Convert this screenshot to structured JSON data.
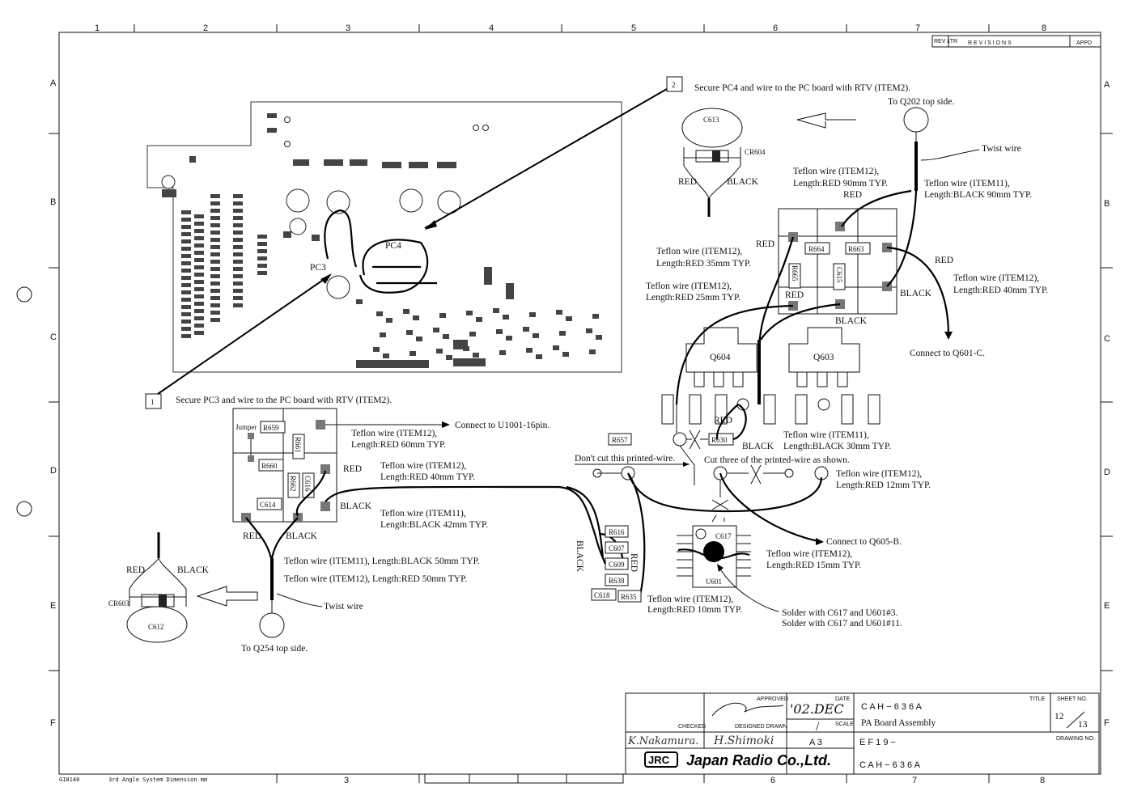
{
  "frame": {
    "zones_top": [
      "1",
      "2",
      "3",
      "4",
      "5",
      "6",
      "7",
      "8"
    ],
    "zones_bottom": [
      "3",
      "6",
      "7",
      "8"
    ],
    "rows": [
      "A",
      "B",
      "C",
      "D",
      "E",
      "F"
    ],
    "code": "GI8140",
    "projection": "3rd Angle System  Dimension mm"
  },
  "revisions": {
    "rev_ltr": "REV LTR",
    "title": "R E V I S I O N S",
    "appd": "APPD"
  },
  "notes": {
    "n2_num": "2",
    "n2_text": "Secure PC4 and wire to the PC board with RTV (ITEM2).",
    "n1_num": "1",
    "n1_text": "Secure PC3 and wire to the PC board with RTV (ITEM2)."
  },
  "board": {
    "pc4": "PC4",
    "pc3": "PC3"
  },
  "upper_right": {
    "to_q202": "To Q202 top side.",
    "c613": "C613",
    "cr604": "CR604",
    "red": "RED",
    "black": "BLACK",
    "twist_wire": "Twist wire",
    "w1a": "Teflon wire (ITEM12),",
    "w1b": "Length:RED    90mm TYP.",
    "w1_red": "RED",
    "w2a": "Teflon wire (ITEM11),",
    "w2b": "Length:BLACK 90mm TYP.",
    "w3_red": "RED",
    "w3a": "Teflon wire (ITEM12),",
    "w3b": "Length:RED    35mm TYP.",
    "r664": "R664",
    "r663": "R663",
    "r665": "R665",
    "c615": "C615",
    "w4_red": "RED",
    "w4a": "Teflon wire (ITEM12),",
    "w4b": "Length:RED    40mm TYP.",
    "w5a": "Teflon wire (ITEM12),",
    "w5b": "Length:RED    25mm TYP.",
    "w5_red": "RED",
    "black_right": "BLACK",
    "black_bottom": "BLACK",
    "q604": "Q604",
    "q603": "Q603",
    "connect_q601": "Connect to Q601-C."
  },
  "left": {
    "jumper": "Jumper",
    "r659": "R659",
    "r661": "R661",
    "r660": "R660",
    "r662": "R662",
    "c616": "C616",
    "c614": "C614",
    "connect_u1001": "Connect to U1001-16pin.",
    "w1a": "Teflon wire (ITEM12),",
    "w1b": "Length:RED    60mm TYP.",
    "w2_red": "RED",
    "w2a": "Teflon wire (ITEM12),",
    "w2b": "Length:RED    40mm TYP.",
    "w3_black": "BLACK",
    "w3a": "Teflon wire (ITEM11),",
    "w3b": "Length:BLACK 42mm TYP.",
    "red": "RED",
    "black": "BLACK",
    "w4": "Teflon wire (ITEM11), Length:BLACK 50mm TYP.",
    "w5": "Teflon wire (ITEM12), Length:RED    50mm TYP.",
    "cr_red": "RED",
    "cr_black": "BLACK",
    "cr603": "CR603",
    "c612": "C612",
    "twist_wire": "Twist wire",
    "to_q254": "To Q254 top side."
  },
  "center": {
    "r657": "R657",
    "red": "RED",
    "r630": "R630",
    "black": "BLACK",
    "w1a": "Teflon wire (ITEM11),",
    "w1b": "Length:BLACK 30mm TYP.",
    "dont_cut": "Don't cut this printed-wire.",
    "cut_three": "Cut three of the printed-wire as shown.",
    "w2a": "Teflon wire (ITEM12),",
    "w2b": "Length:RED     12mm TYP.",
    "connect_q605": "Connect to Q605-B.",
    "c617": "C617",
    "u601": "U601",
    "w3a": "Teflon wire (ITEM12),",
    "w3b": "Length:RED     15mm TYP.",
    "r616": "R616",
    "c607": "C607",
    "c609": "C609",
    "r638": "R638",
    "c618": "C618",
    "r635": "R635",
    "v_black": "BLACK",
    "v_red": "RED",
    "w4a": "Teflon wire (ITEM12),",
    "w4b": "Length:RED     10mm TYP.",
    "solder1": "Solder with C617 and U601#3.",
    "solder2": "Solder with C617 and U601#11."
  },
  "title_block": {
    "approved_label": "APPROVED",
    "date_label": "DATE",
    "date": "'02.DEC",
    "scale_label": "SCALE",
    "scale": "/",
    "checked_label": "CHECKED",
    "designed_label": "DESIGNED DRAWN",
    "checked_sig": "K.Nakamura.",
    "designed_sig": "H.Shimoki",
    "size": "A 3",
    "model": "C A H − 6 3 6 A",
    "title_label": "TITLE",
    "title": "PA Board Assembly",
    "sheet_label": "SHEET NO.",
    "sheet": "12",
    "sheets": "13",
    "code": "E F 1 9 −",
    "drawing_no_label": "DRAWING NO.",
    "drawing_no": "C A H − 6 3 6 A",
    "logo": "JRC",
    "company": "Japan Radio Co.,Ltd."
  }
}
